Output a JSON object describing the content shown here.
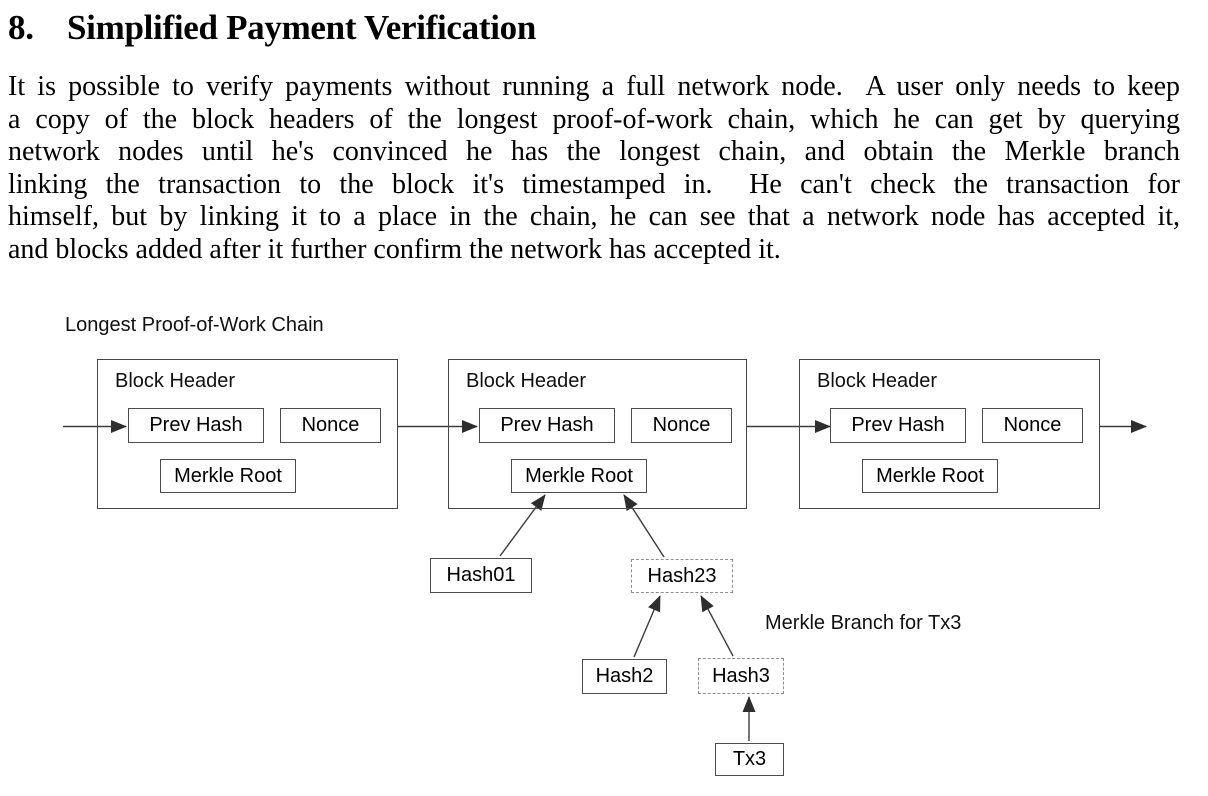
{
  "document": {
    "heading": {
      "number": "8.",
      "title": "Simplified Payment Verification"
    },
    "paragraph_lines": [
      "It is possible to verify payments without running a full network node.  A user only needs to keep",
      "a copy of the block headers of the longest proof-of-work chain, which he can get by querying",
      "network nodes until he's convinced he has the longest chain, and obtain the Merkle branch",
      "linking the transaction to the block it's timestamped in.  He can't check the transaction for",
      "himself, but by linking it to a place in the chain, he can see that a network node has accepted it,",
      "and blocks added after it further confirm the network has accepted it."
    ]
  },
  "diagram": {
    "chain_label": "Longest Proof-of-Work Chain",
    "branch_label": "Merkle Branch for Tx3",
    "blocks": [
      {
        "title": "Block Header",
        "prev_hash": "Prev Hash",
        "nonce": "Nonce",
        "merkle_root": "Merkle Root"
      },
      {
        "title": "Block Header",
        "prev_hash": "Prev Hash",
        "nonce": "Nonce",
        "merkle_root": "Merkle Root"
      },
      {
        "title": "Block Header",
        "prev_hash": "Prev Hash",
        "nonce": "Nonce",
        "merkle_root": "Merkle Root"
      }
    ],
    "tree": {
      "hash01": "Hash01",
      "hash23": "Hash23",
      "hash2": "Hash2",
      "hash3": "Hash3",
      "tx3": "Tx3"
    },
    "line_color": "#3c3c3c"
  }
}
